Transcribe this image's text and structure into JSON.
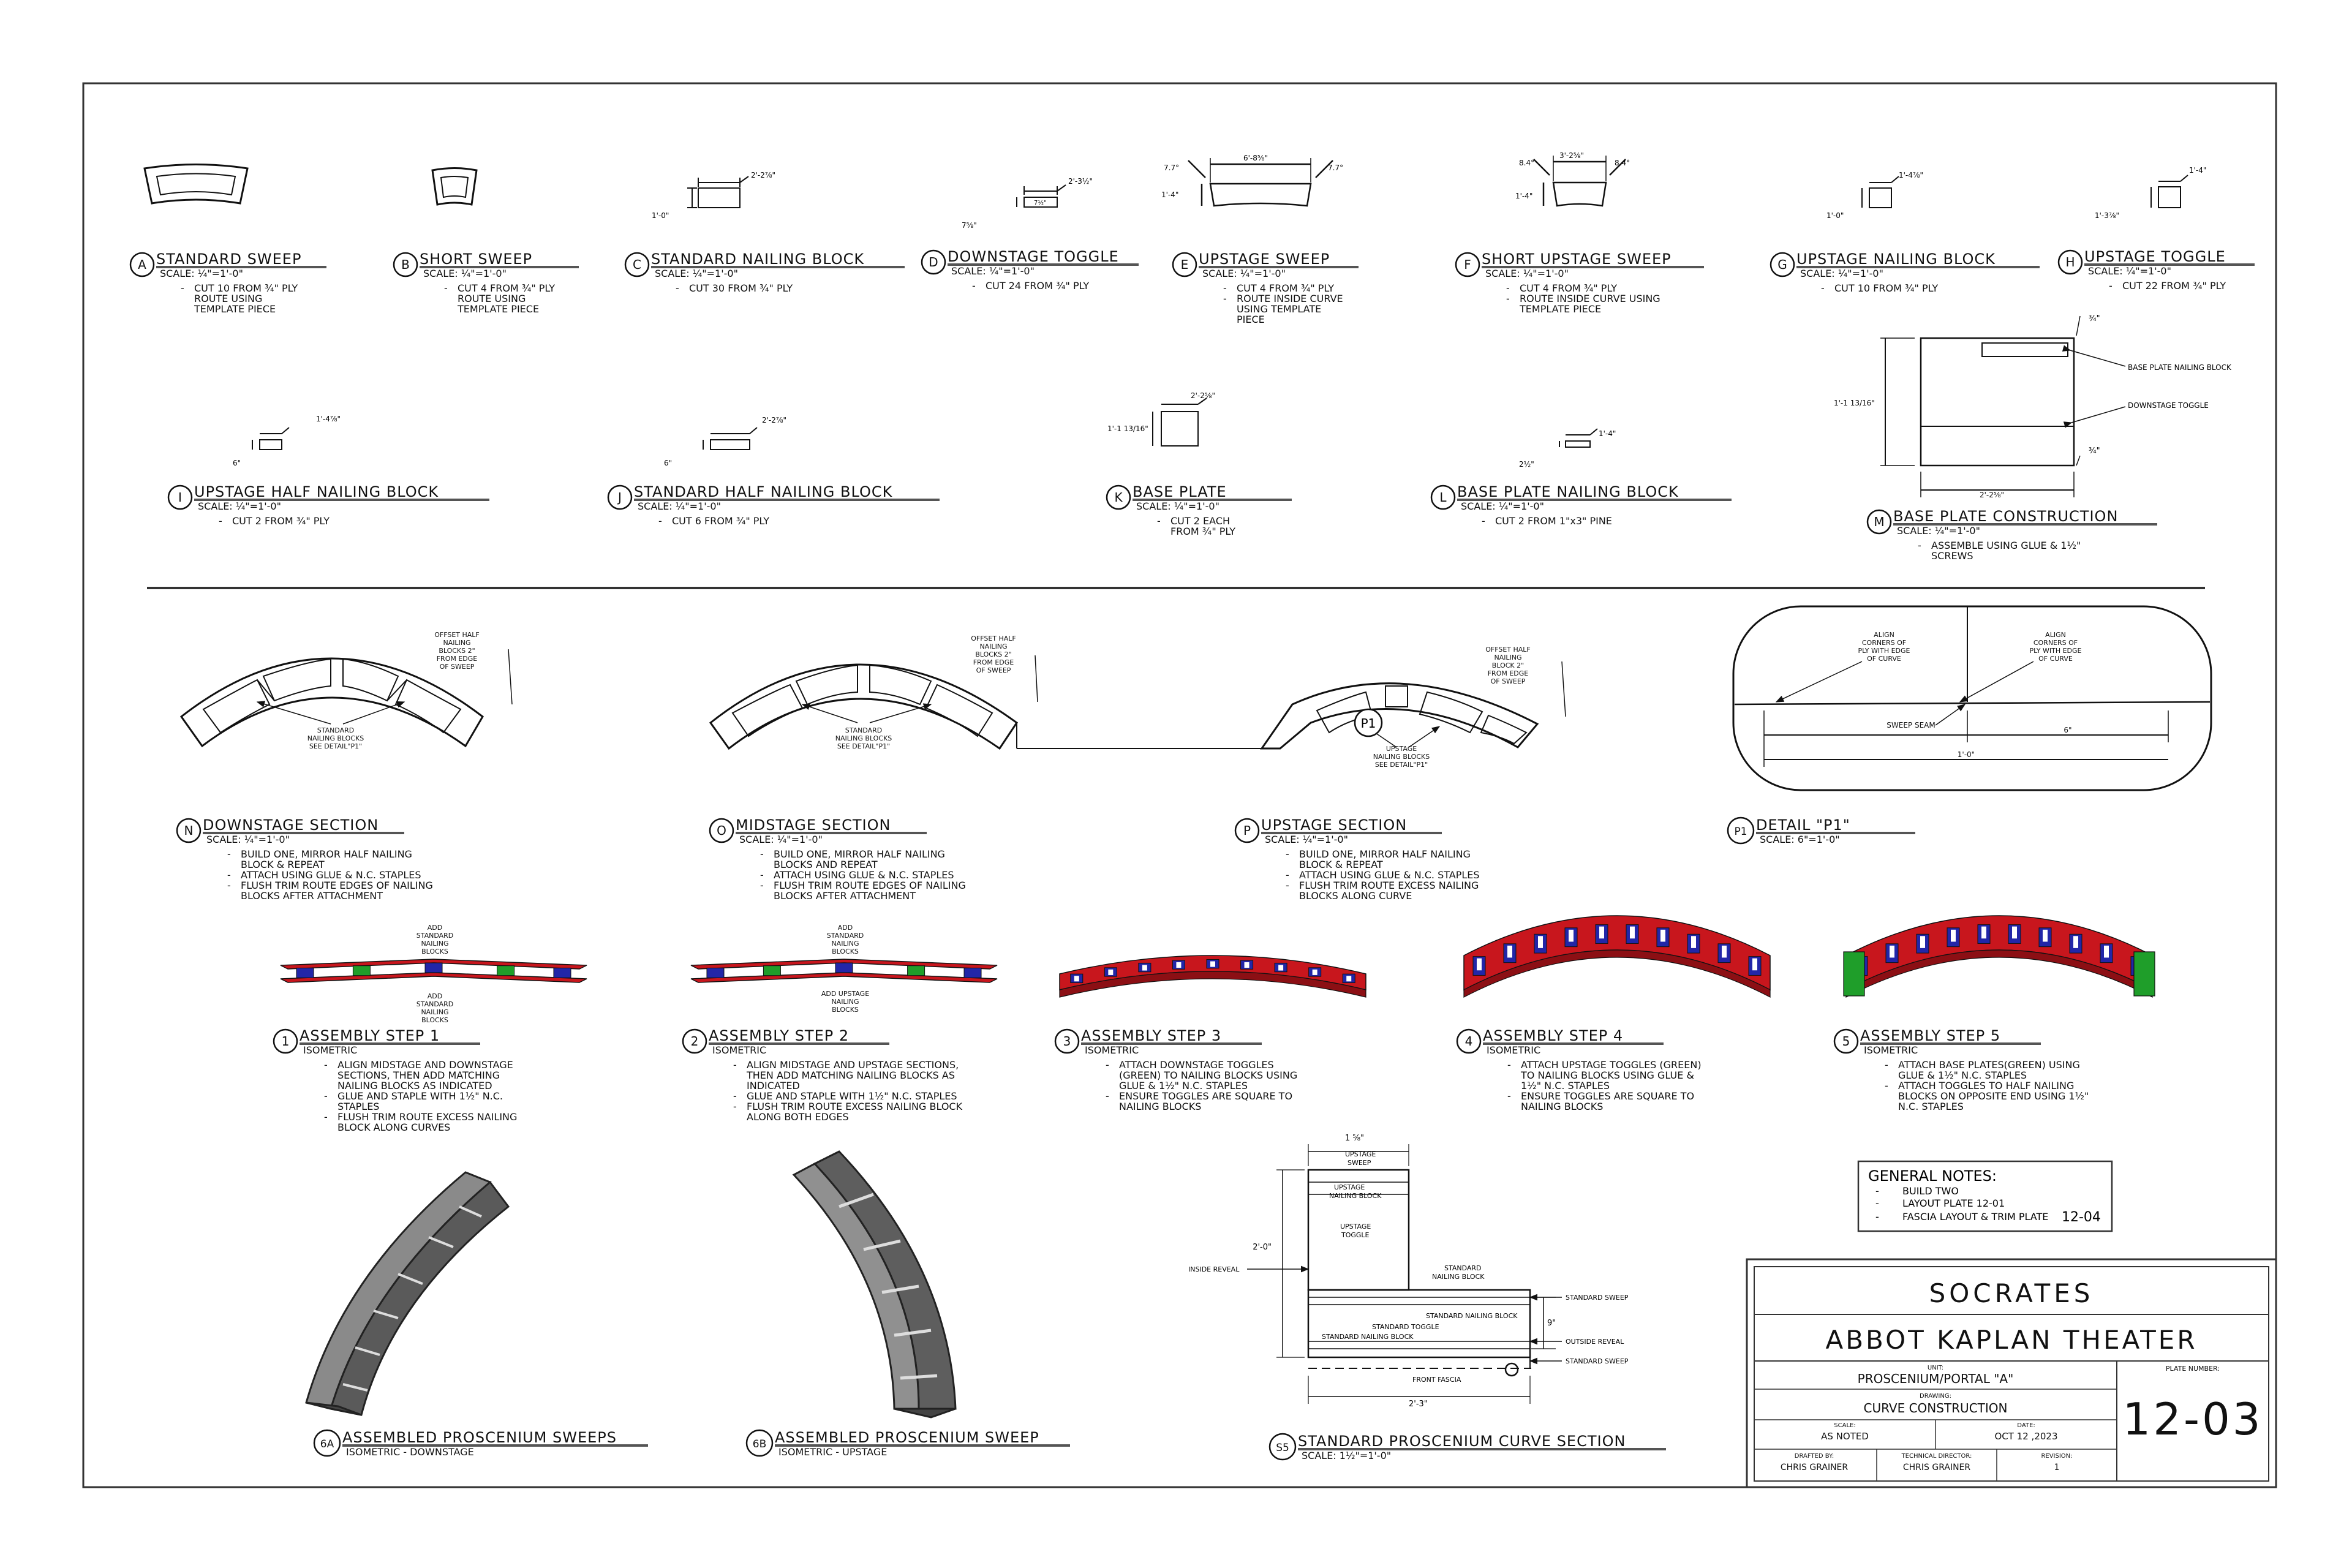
{
  "details": [
    {
      "id": "A",
      "title": "STANDARD SWEEP",
      "scale": "SCALE: ¼\"=1'-0\"",
      "notes": [
        "CUT 10 FROM ¾\" PLY",
        "ROUTE USING",
        "TEMPLATE PIECE"
      ]
    },
    {
      "id": "B",
      "title": "SHORT SWEEP",
      "scale": "SCALE: ¼\"=1'-0\"",
      "notes": [
        "CUT 4 FROM ¾\" PLY",
        "ROUTE USING",
        "TEMPLATE PIECE"
      ]
    },
    {
      "id": "C",
      "title": "STANDARD NAILING BLOCK",
      "scale": "SCALE: ¼\"=1'-0\"",
      "notes": [
        "CUT 30 FROM ¾\" PLY"
      ]
    },
    {
      "id": "D",
      "title": "DOWNSTAGE TOGGLE",
      "scale": "SCALE: ¼\"=1'-0\"",
      "notes": [
        "CUT 24 FROM ¾\" PLY"
      ]
    },
    {
      "id": "E",
      "title": "UPSTAGE SWEEP",
      "scale": "SCALE: ¼\"=1'-0\"",
      "notes": [
        "CUT 4 FROM ¾\" PLY",
        "ROUTE INSIDE CURVE",
        "USING TEMPLATE",
        "PIECE"
      ]
    },
    {
      "id": "F",
      "title": "SHORT UPSTAGE SWEEP",
      "scale": "SCALE: ¼\"=1'-0\"",
      "notes": [
        "CUT 4 FROM ¾\" PLY",
        "ROUTE INSIDE CURVE USING",
        "TEMPLATE PIECE"
      ]
    },
    {
      "id": "G",
      "title": "UPSTAGE NAILING BLOCK",
      "scale": "SCALE: ¼\"=1'-0\"",
      "notes": [
        "CUT 10 FROM ¾\" PLY"
      ]
    },
    {
      "id": "H",
      "title": "UPSTAGE TOGGLE",
      "scale": "SCALE: ¼\"=1'-0\"",
      "notes": [
        "CUT 22 FROM ¾\" PLY"
      ]
    },
    {
      "id": "I",
      "title": "UPSTAGE HALF NAILING BLOCK",
      "scale": "SCALE: ¼\"=1'-0\"",
      "notes": [
        "CUT 2 FROM ¾\" PLY"
      ]
    },
    {
      "id": "J",
      "title": "STANDARD HALF NAILING BLOCK",
      "scale": "SCALE: ¼\"=1'-0\"",
      "notes": [
        "CUT 6 FROM ¾\" PLY"
      ]
    },
    {
      "id": "K",
      "title": "BASE PLATE",
      "scale": "SCALE: ¼\"=1'-0\"",
      "notes": [
        "CUT 2 EACH",
        "FROM ¾\" PLY"
      ]
    },
    {
      "id": "L",
      "title": "BASE PLATE NAILING BLOCK",
      "scale": "SCALE: ¼\"=1'-0\"",
      "notes": [
        "CUT 2 FROM 1\"x3\" PINE"
      ]
    },
    {
      "id": "M",
      "title": "BASE PLATE CONSTRUCTION",
      "scale": "SCALE: ¼\"=1'-0\"",
      "notes": [
        "ASSEMBLE USING GLUE & 1½\"",
        "SCREWS"
      ]
    },
    {
      "id": "N",
      "title": "DOWNSTAGE SECTION",
      "scale": "SCALE: ¼\"=1'-0\"",
      "notes": [
        "BUILD ONE, MIRROR HALF NAILING",
        "BLOCK & REPEAT",
        "ATTACH USING GLUE & N.C. STAPLES",
        "FLUSH TRIM ROUTE EDGES OF NAILING",
        "BLOCKS AFTER ATTACHMENT"
      ]
    },
    {
      "id": "O",
      "title": "MIDSTAGE SECTION",
      "scale": "SCALE: ¼\"=1'-0\"",
      "notes": [
        "BUILD ONE, MIRROR HALF NAILING",
        "BLOCKS AND REPEAT",
        "ATTACH USING GLUE & N.C. STAPLES",
        "FLUSH TRIM ROUTE EDGES OF NAILING",
        "BLOCKS AFTER ATTACHMENT"
      ]
    },
    {
      "id": "P",
      "title": "UPSTAGE SECTION",
      "scale": "SCALE: ¼\"=1'-0\"",
      "notes": [
        "BUILD ONE, MIRROR HALF NAILING",
        "BLOCK & REPEAT",
        "ATTACH USING GLUE & N.C. STAPLES",
        "FLUSH TRIM ROUTE EXCESS NAILING",
        "BLOCKS ALONG CURVE"
      ]
    },
    {
      "id": "P1",
      "title": "DETAIL \"P1\"",
      "scale": "SCALE: 6\"=1'-0\"",
      "notes": []
    },
    {
      "id": "1",
      "title": "ASSEMBLY STEP 1",
      "scale": "ISOMETRIC",
      "notes": [
        "ALIGN MIDSTAGE AND DOWNSTAGE",
        "SECTIONS, THEN ADD MATCHING",
        "NAILING BLOCKS AS INDICATED",
        "GLUE AND STAPLE WITH 1½\" N.C.",
        "STAPLES",
        "FLUSH TRIM ROUTE EXCESS NAILING",
        "BLOCK ALONG CURVES"
      ]
    },
    {
      "id": "2",
      "title": "ASSEMBLY STEP 2",
      "scale": "ISOMETRIC",
      "notes": [
        "ALIGN MIDSTAGE AND UPSTAGE SECTIONS,",
        "THEN ADD MATCHING NAILING BLOCKS AS",
        "INDICATED",
        "GLUE AND STAPLE WITH 1½\" N.C. STAPLES",
        "FLUSH TRIM ROUTE EXCESS NAILING BLOCK",
        "ALONG BOTH EDGES"
      ]
    },
    {
      "id": "3",
      "title": "ASSEMBLY STEP 3",
      "scale": "ISOMETRIC",
      "notes": [
        "ATTACH DOWNSTAGE TOGGLES",
        "(GREEN) TO NAILING BLOCKS USING",
        "GLUE & 1½\" N.C. STAPLES",
        "ENSURE TOGGLES ARE SQUARE TO",
        "NAILING BLOCKS"
      ]
    },
    {
      "id": "4",
      "title": "ASSEMBLY STEP 4",
      "scale": "ISOMETRIC",
      "notes": [
        "ATTACH UPSTAGE TOGGLES (GREEN)",
        "TO NAILING BLOCKS USING GLUE &",
        "1½\" N.C. STAPLES",
        "ENSURE TOGGLES ARE SQUARE TO",
        "NAILING BLOCKS"
      ]
    },
    {
      "id": "5",
      "title": "ASSEMBLY STEP 5",
      "scale": "ISOMETRIC",
      "notes": [
        "ATTACH BASE PLATES(GREEN) USING",
        "GLUE & 1½\" N.C. STAPLES",
        "ATTACH TOGGLES TO HALF NAILING",
        "BLOCKS ON OPPOSITE END USING 1½\"",
        "N.C. STAPLES"
      ]
    },
    {
      "id": "6A",
      "title": "ASSEMBLED PROSCENIUM SWEEPS",
      "scale": "ISOMETRIC - DOWNSTAGE",
      "notes": []
    },
    {
      "id": "6B",
      "title": "ASSEMBLED PROSCENIUM SWEEP",
      "scale": "ISOMETRIC - UPSTAGE",
      "notes": []
    },
    {
      "id": "S5",
      "title": "STANDARD PROSCENIUM CURVE SECTION",
      "scale": "SCALE: 1½\"=1'-0\"",
      "notes": []
    }
  ],
  "dims": {
    "c_w": "2'-2⅞\"",
    "c_h": "1'-0\"",
    "d_w": "2'-3½\"",
    "d_h": "7⅝\"",
    "d_in": "7½\"",
    "e_w": "6'-8⅝\"",
    "e_a1": "7.7°",
    "e_a2": "7.7°",
    "e_h": "1'-4\"",
    "f_w": "3'-2⅝\"",
    "f_a1": "8.4°",
    "f_a2": "8.4°",
    "f_h": "1'-4\"",
    "g_w": "1'-4⅞\"",
    "g_h": "1'-0\"",
    "h_w": "1'-4\"",
    "h_h": "1'-3⅞\"",
    "i_w": "1'-4⅞\"",
    "i_h": "6\"",
    "j_w": "2'-2⅞\"",
    "j_h": "6\"",
    "k_w": "2'-2⅝\"",
    "k_h": "1'-1 13/16\"",
    "l_w": "1'-4\"",
    "l_h": "2½\"",
    "m_top": "¾\"",
    "m_bot": "¾\"",
    "m_h": "1'-1 13/16\"",
    "m_w": "2'-2⅝\"",
    "m_c1": "BASE PLATE NAILING BLOCK",
    "m_c2": "DOWNSTAGE TOGGLE"
  },
  "callouts": {
    "n_offset": [
      "OFFSET HALF",
      "NAILING",
      "BLOCKS 2\"",
      "FROM EDGE",
      "OF SWEEP"
    ],
    "n_std": [
      "STANDARD",
      "NAILING BLOCKS",
      "SEE DETAIL\"P1\""
    ],
    "o_offset": [
      "OFFSET HALF",
      "NAILING",
      "BLOCKS 2\"",
      "FROM EDGE",
      "OF SWEEP"
    ],
    "o_std": [
      "STANDARD",
      "NAILING BLOCKS",
      "SEE DETAIL\"P1\""
    ],
    "p_offset": [
      "OFFSET HALF",
      "NAILING",
      "BLOCK 2\"",
      "FROM EDGE",
      "OF SWEEP"
    ],
    "p_up": [
      "UPSTAGE",
      "NAILING BLOCKS",
      "SEE DETAIL\"P1\""
    ],
    "p1_align1": [
      "ALIGN",
      "CORNERS OF",
      "PLY WITH EDGE",
      "OF CURVE"
    ],
    "p1_align2": [
      "ALIGN",
      "CORNERS OF",
      "PLY WITH EDGE",
      "OF CURVE"
    ],
    "p1_seam": "SWEEP SEAM",
    "p1_w1": "6\"",
    "p1_w2": "1'-0\"",
    "s1_add1": [
      "ADD",
      "STANDARD",
      "NAILING",
      "BLOCKS"
    ],
    "s1_add2": [
      "ADD",
      "STANDARD",
      "NAILING",
      "BLOCKS"
    ],
    "s2_add1": [
      "ADD",
      "STANDARD",
      "NAILING",
      "BLOCKS"
    ],
    "s2_add2": [
      "ADD UPSTAGE",
      "NAILING",
      "BLOCKS"
    ],
    "p1_label": "P1"
  },
  "section": {
    "top_w": "1 ⅝\"",
    "up_sweep": [
      "UPSTAGE",
      "SWEEP"
    ],
    "up_nb": [
      "UPSTAGE",
      "NAILING BLOCK"
    ],
    "up_toggle": [
      "UPSTAGE",
      "TOGGLE"
    ],
    "h_dim": "2'-0\"",
    "inside_reveal": "INSIDE REVEAL",
    "std_nb_top": [
      "STANDARD",
      "NAILING BLOCK"
    ],
    "std_sweep1": "STANDARD SWEEP",
    "std_nb_mid": "STANDARD NAILING BLOCK",
    "std_toggle": "STANDARD TOGGLE",
    "std_nb_low": "STANDARD NAILING BLOCK",
    "v_dim": "9\"",
    "outside_reveal": "OUTSIDE REVEAL",
    "std_sweep2": "STANDARD SWEEP",
    "front_fascia": "FRONT FASCIA",
    "w_dim": "2'-3\""
  },
  "general_notes": {
    "heading": "GENERAL NOTES:",
    "items": [
      "BUILD TWO",
      "LAYOUT PLATE 12-01",
      "FASCIA LAYOUT & TRIM PLATE"
    ],
    "ref": "12-04"
  },
  "title_block": {
    "project": "SOCRATES",
    "venue": "ABBOT KAPLAN THEATER",
    "unit_label": "UNIT:",
    "unit": "PROSCENIUM/PORTAL \"A\"",
    "drawing_label": "DRAWING:",
    "drawing": "CURVE CONSTRUCTION",
    "scale_label": "SCALE:",
    "scale": "AS NOTED",
    "date_label": "DATE:",
    "date": "OCT 12 ,2023",
    "drafted_label": "DRAFTED BY:",
    "drafted": "CHRIS GRAINER",
    "td_label": "TECHNICAL DIRECTOR:",
    "td": "CHRIS GRAINER",
    "rev_label": "REVISION:",
    "rev": "1",
    "plate_label": "PLATE NUMBER:",
    "plate": "12-03"
  },
  "colors": {
    "ply_red": "#c8161d",
    "block_blue": "#2226a8",
    "toggle_green": "#1f9e2a",
    "assembly_gray": "#6e6e6e"
  }
}
